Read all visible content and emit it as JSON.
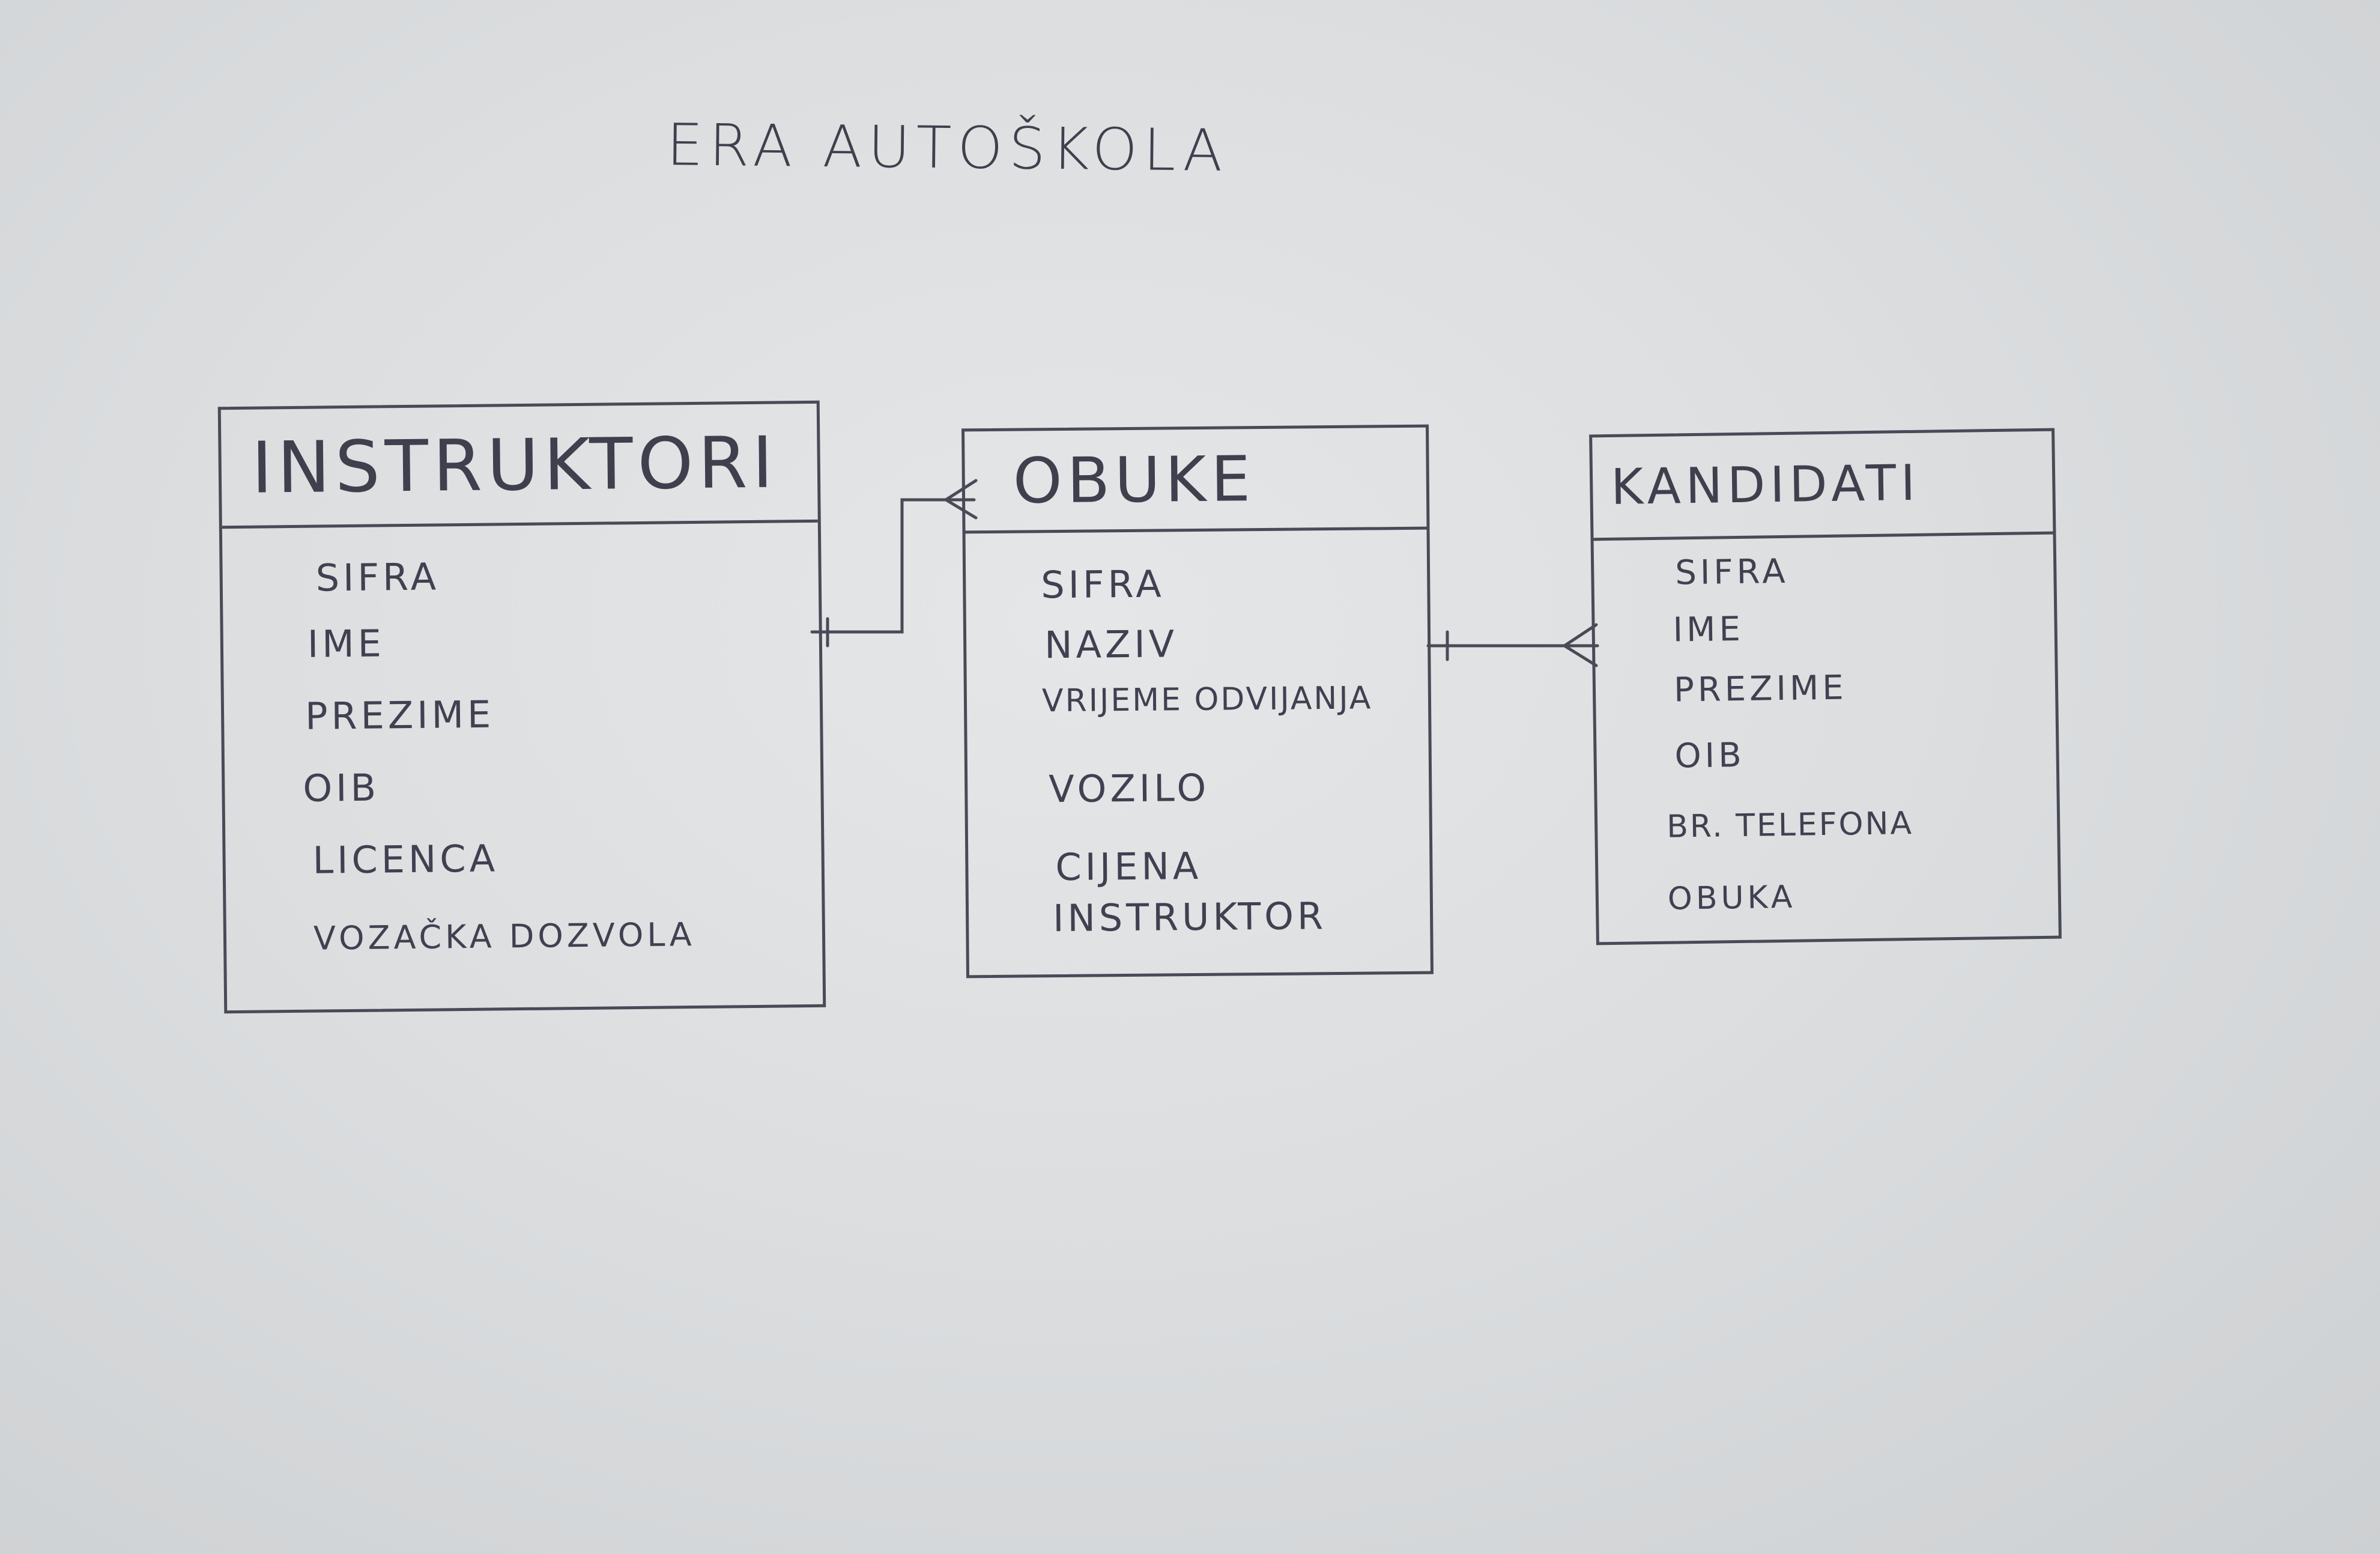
{
  "title": "ERA AUTOŠKOLA",
  "entities": {
    "instruktori": {
      "name": "INSTRUKTORI",
      "attributes": [
        "SIFRA",
        "IME",
        "PREZIME",
        "OIB",
        "LICENCA",
        "VOZAČKA DOZVOLA"
      ]
    },
    "obuke": {
      "name": "OBUKE",
      "attributes": [
        "SIFRA",
        "NAZIV",
        "VRIJEME ODVIJANJA",
        "VOZILO",
        "CIJENA",
        "INSTRUKTOR"
      ]
    },
    "kandidati": {
      "name": "KANDIDATI",
      "attributes": [
        "SIFRA",
        "IME",
        "PREZIME",
        "OIB",
        "BR. TELEFONA",
        "OBUKA"
      ]
    }
  },
  "relations": [
    {
      "from": "instruktori",
      "to": "obuke",
      "from_cardinality": "one",
      "to_cardinality": "many"
    },
    {
      "from": "obuke",
      "to": "kandidati",
      "from_cardinality": "one",
      "to_cardinality": "many"
    }
  ],
  "colors": {
    "ink": "#4a4a57",
    "paper": "#e0e2e4"
  }
}
